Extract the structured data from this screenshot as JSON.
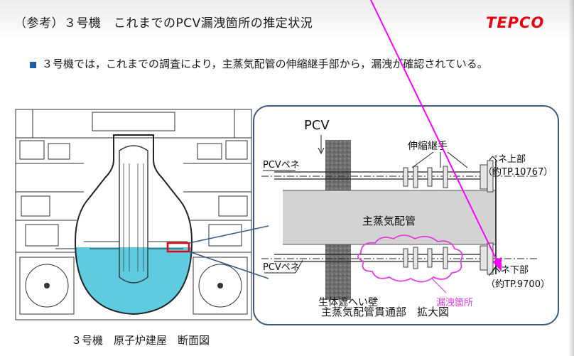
{
  "slide": {
    "title": "（参考）３号機　これまでのPCV漏洩箇所の推定状況",
    "logo": "TEPCO",
    "bullet": "３号機では，これまでの調査により，主蒸気配管の伸縮継手部から，漏洩が確認されている。"
  },
  "left_diagram": {
    "caption": "３号機　原子炉建屋　断面図"
  },
  "zoom_diagram": {
    "caption": "主蒸気配管貫通部　拡大図",
    "labels": {
      "pcv": "PCV",
      "expansion_joint": "伸縮継手",
      "pcv_pene_top": "PCVペネ",
      "pcv_pene_bottom": "PCVペネ",
      "pene_top": "ペネ上部",
      "pene_top_level": "（約TP.10767）",
      "main_steam_pipe": "主蒸気配管",
      "pene_bottom": "ペネ下部",
      "pene_bottom_level": "（約TP.9700）",
      "shield_wall": "生体遮へい壁",
      "leak_point": "漏洩箇所"
    }
  },
  "colors": {
    "logo": "#e60012",
    "bullet": "#1f5fa8",
    "water": "#5fcbe0",
    "leak": "#e040e0",
    "panel_border": "#3d5a7f"
  }
}
